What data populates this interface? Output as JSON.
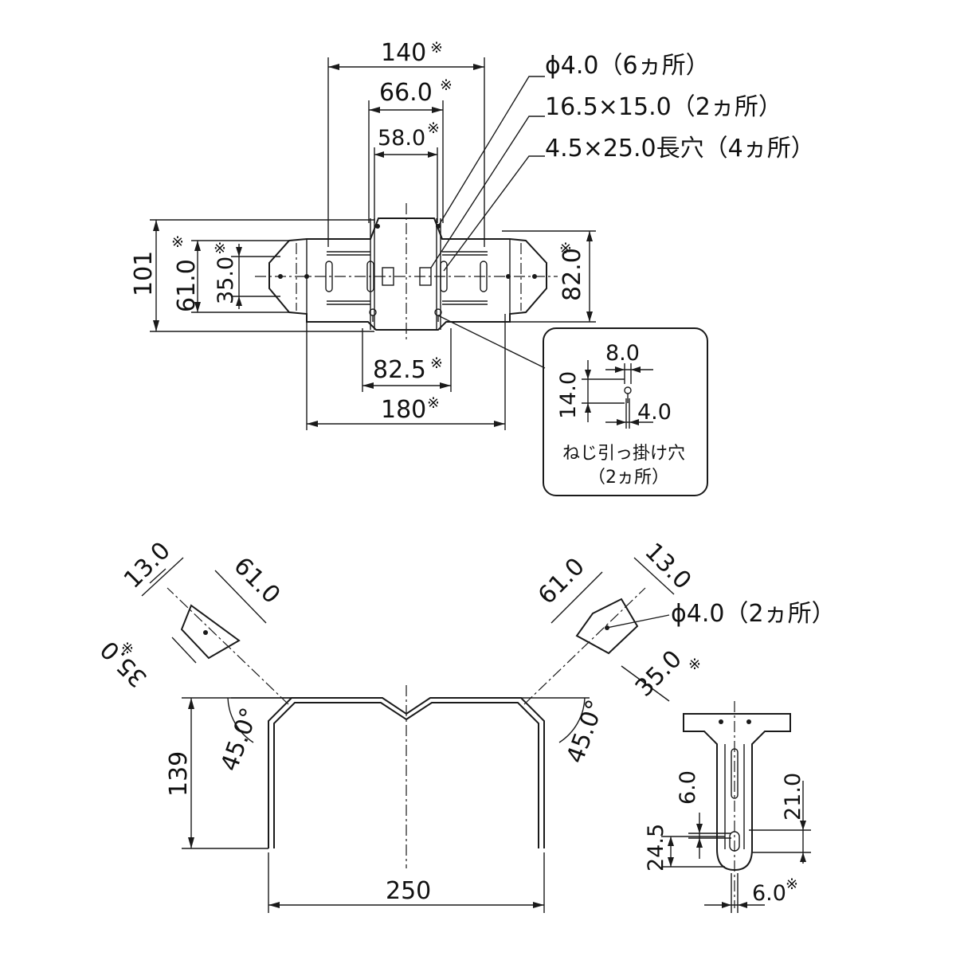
{
  "top_view": {
    "dim_140": "140",
    "dim_66": "66.0",
    "dim_58": "58.0",
    "dim_101": "101",
    "dim_61": "61.0",
    "dim_35": "35.0",
    "dim_82": "82.0",
    "dim_82_5": "82.5",
    "dim_180": "180",
    "star": "※",
    "callout_hole": "ϕ4.0（6ヵ所）",
    "callout_rect": "16.5×15.0（2ヵ所）",
    "callout_slot": "4.5×25.0長穴（4ヵ所）"
  },
  "detail": {
    "dim_8": "8.0",
    "dim_14": "14.0",
    "dim_4": "4.0",
    "label_line1": "ねじ引っ掛け穴",
    "label_line2": "（2ヵ所）"
  },
  "front_view": {
    "dim_13_left": "13.0",
    "dim_61_left": "61.0",
    "dim_35_left": "35.0",
    "dim_45_left": "45.0°",
    "dim_13_right": "13.0",
    "dim_61_right": "61.0",
    "dim_35_right": "35.0",
    "dim_45_right": "45.0°",
    "callout_hole": "ϕ4.0（2ヵ所）",
    "dim_139": "139",
    "dim_250": "250"
  },
  "side_view": {
    "dim_6": "6.0",
    "dim_21": "21.0",
    "dim_24_5": "24.5",
    "dim_6_bottom": "6.0"
  }
}
